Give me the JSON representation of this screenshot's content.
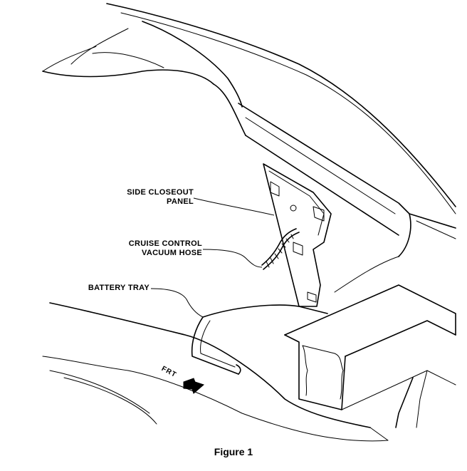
{
  "callouts": {
    "side_closeout_panel": [
      "SIDE CLOSEOUT",
      "PANEL"
    ],
    "cruise_control_vacuum_hose": [
      "CRUISE CONTROL",
      "VACUUM HOSE"
    ],
    "battery_tray": [
      "BATTERY TRAY"
    ]
  },
  "direction_label": "FRT",
  "caption": "Figure 1"
}
